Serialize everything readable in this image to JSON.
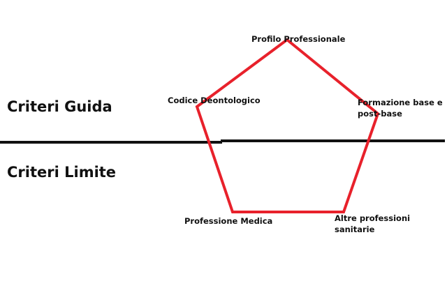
{
  "colors": {
    "divider": "#111111",
    "pentagon": "#e8212b",
    "text": "#111111",
    "background": "#ffffff"
  },
  "sections": {
    "upper": "Criteri Guida",
    "lower": "Criteri Limite"
  },
  "vertices": {
    "top": "Profilo Professionale",
    "upper_left": "Codice Deontologico",
    "upper_right_line1": "Formazione base e",
    "upper_right_line2": "post-base",
    "lower_left": "Professione Medica",
    "lower_right_line1": "Altre professioni",
    "lower_right_line2": "sanitarie"
  }
}
